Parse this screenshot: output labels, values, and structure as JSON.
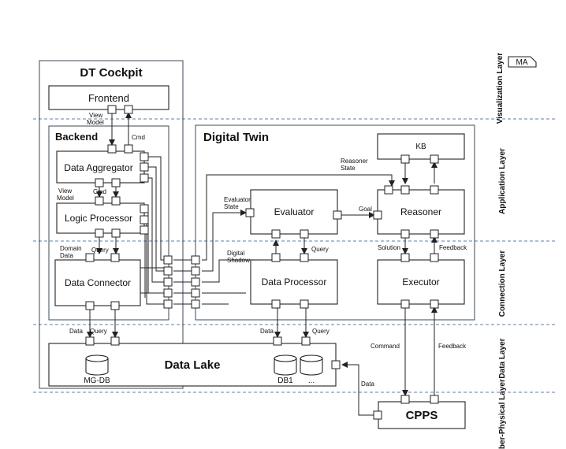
{
  "layers": {
    "visualization": "Visualization Layer",
    "application": "Application Layer",
    "connection": "Connection Layer",
    "data": "Data Layer",
    "cyber_physical": "Cyber-Physical Layer"
  },
  "badge": "MA",
  "cockpit": {
    "title": "DT Cockpit",
    "frontend": "Frontend",
    "backend": "Backend",
    "data_aggregator": "Data Aggregator",
    "logic_processor": "Logic Processor",
    "data_connector": "Data Connector"
  },
  "twin": {
    "title": "Digital Twin",
    "kb": "KB",
    "evaluator": "Evaluator",
    "reasoner": "Reasoner",
    "data_processor": "Data Processor",
    "executor": "Executor"
  },
  "data_lake": {
    "title": "Data Lake",
    "mgdb": "MG-DB",
    "db1": "DB1",
    "ellipsis": "..."
  },
  "cpps": "CPPS",
  "labels": {
    "view_model_1": "View",
    "view_model_2": "Model",
    "cmd_1": "Cmd",
    "view_model_3": "View",
    "view_model_4": "Model",
    "cmd_2": "Cmd",
    "domain_data_1": "Domain",
    "domain_data_2": "Data",
    "query_1": "Query",
    "data_1": "Data",
    "query_2": "Query",
    "reasoner_state_1": "Reasoner",
    "reasoner_state_2": "State",
    "evaluator_state_1": "Evaluator",
    "evaluator_state_2": "State",
    "goal": "Goal",
    "digital_shadow_1": "Digital",
    "digital_shadow_2": "Shadow",
    "query_3": "Query",
    "solution": "Solution",
    "feedback_1": "Feedback",
    "data_2": "Data",
    "query_4": "Query",
    "command": "Command",
    "feedback_2": "Feedback",
    "data_3": "Data"
  }
}
